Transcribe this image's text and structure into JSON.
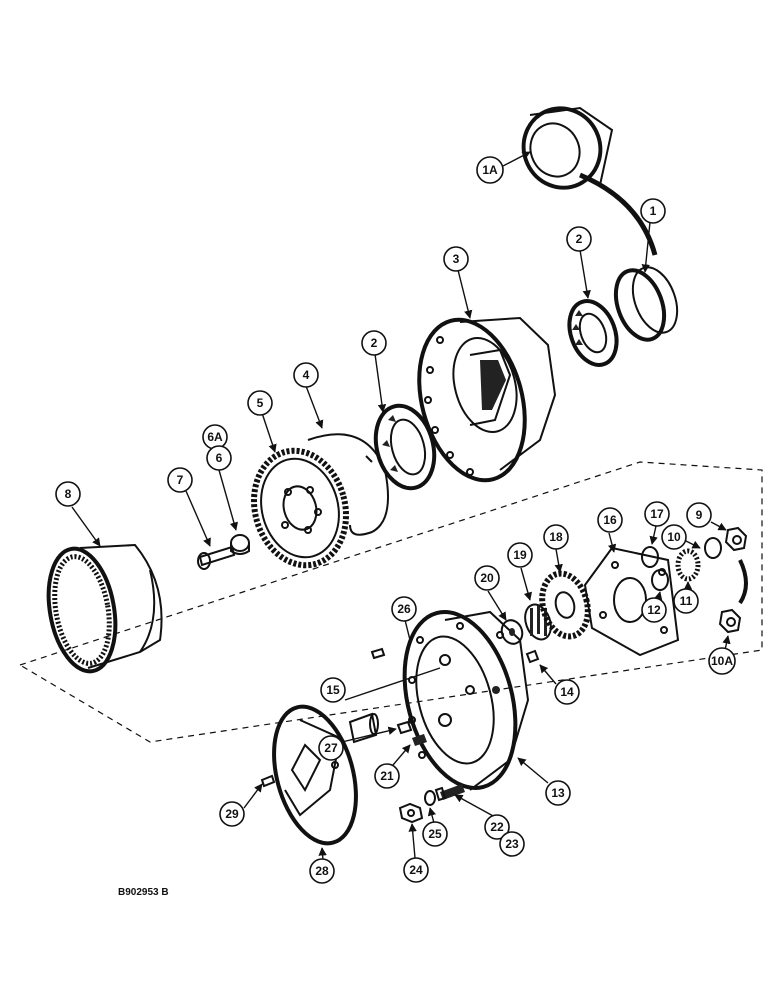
{
  "figure_id": "B902953 B",
  "callouts": [
    "1A",
    "1",
    "2",
    "2",
    "3",
    "4",
    "5",
    "6A",
    "6",
    "7",
    "8",
    "9",
    "10",
    "10A",
    "11",
    "12",
    "13",
    "14",
    "15",
    "16",
    "17",
    "18",
    "19",
    "20",
    "21",
    "22",
    "23",
    "24",
    "25",
    "26",
    "27",
    "28",
    "29"
  ],
  "colors": {
    "ink": "#111111",
    "paper": "#ffffff"
  }
}
